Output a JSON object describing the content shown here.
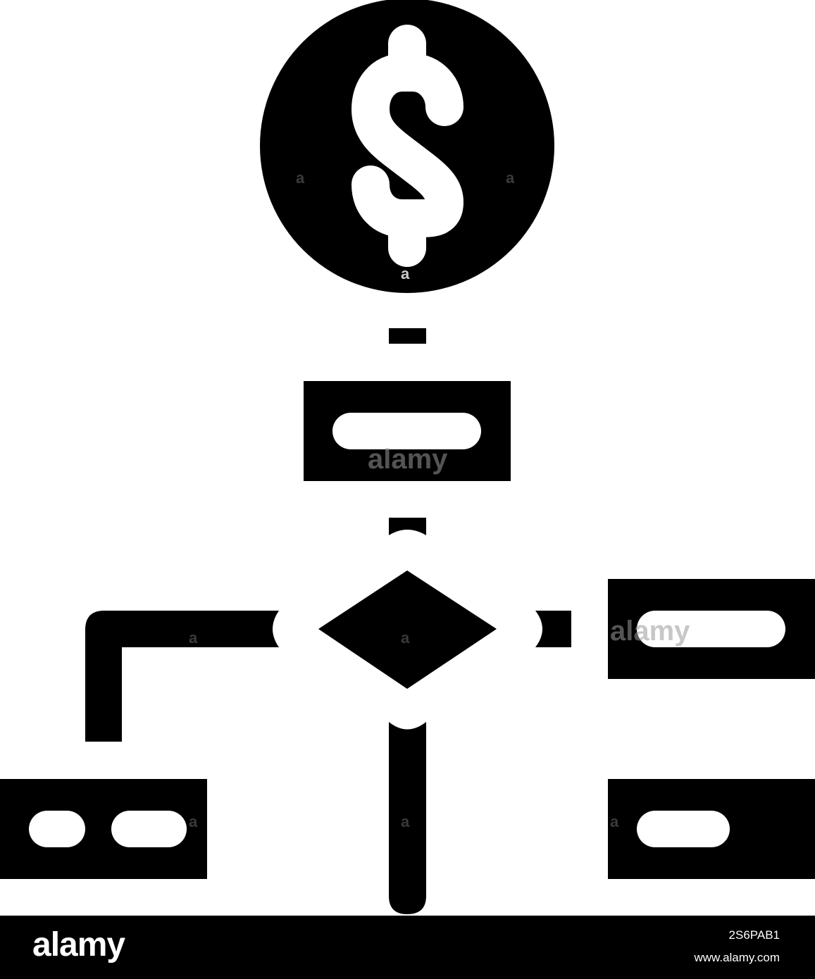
{
  "icon": {
    "coin_symbol": "$",
    "colors": {
      "glyph": "#000000",
      "background": "#ffffff"
    }
  },
  "watermark": {
    "brand": "alamy",
    "image_id": "2S6PAB1",
    "site": "www.alamy.com",
    "small_mark": "a"
  }
}
